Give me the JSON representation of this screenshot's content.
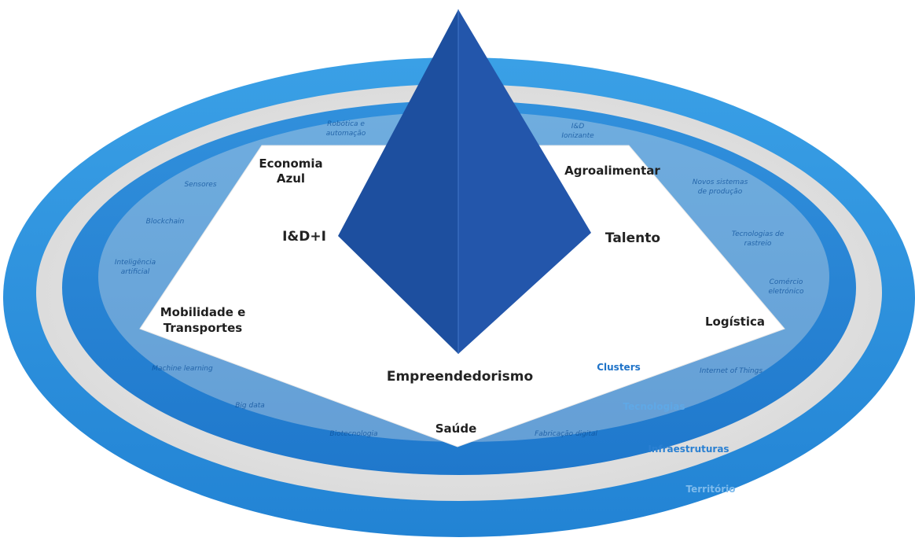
{
  "diagram": {
    "rings": {
      "territory": "Território",
      "infrastructure": "Infraestruturas",
      "technologies": "Tecnologias",
      "clusters": "Clusters"
    },
    "clusters": {
      "top_left": "Economia Azul",
      "top_left_line1": "Economia",
      "top_left_line2": "Azul",
      "top_right": "Agroalimentar",
      "bottom_left_line1": "Mobilidade e",
      "bottom_left_line2": "Transportes",
      "bottom_right": "Logística",
      "bottom": "Saúde"
    },
    "pyramid": {
      "left": "I&D+I",
      "right": "Talento",
      "base": "Empreendedorismo"
    },
    "technologies": {
      "t1_line1": "Robótica e",
      "t1_line2": "automação",
      "t2_line1": "I&D",
      "t2_line2": "Ionizante",
      "t3": "Sensores",
      "t4": "Blockchain",
      "t5_line1": "Inteligência",
      "t5_line2": "artificial",
      "t6_line1": "Novos sistemas",
      "t6_line2": "de produção",
      "t7_line1": "Tecnologias de",
      "t7_line2": "rastreio",
      "t8_line1": "Comércio",
      "t8_line2": "eletrónico",
      "t9": "Machine learning",
      "t10": "Big data",
      "t11": "Biotecnologia",
      "t12": "Fabricação digital",
      "t13": "Internet of Things"
    },
    "colors": {
      "outer_ring": "#2f95de",
      "inner_ring": "#2a84d2",
      "pyramid_left": "#1c4ea0",
      "pyramid_right": "#2258ad",
      "clusters_label": "#1f73c8",
      "infrastructure_label": "#2a80d2"
    }
  }
}
